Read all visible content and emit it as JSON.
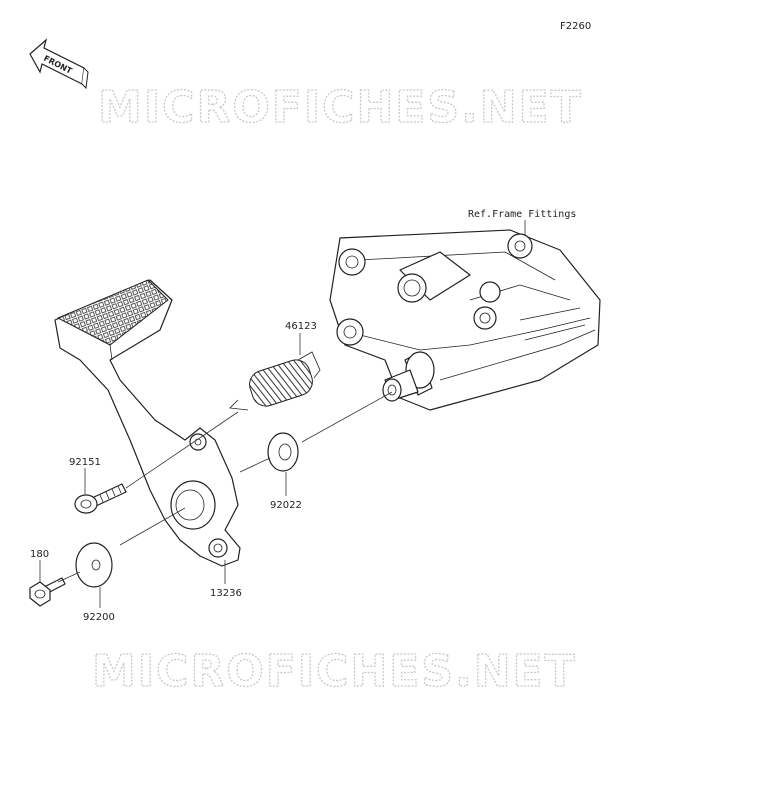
{
  "diagram_code": "F2260",
  "front_indicator": "FRONT",
  "watermark": "MICROFICHES.NET",
  "reference_label": "Ref.Frame Fittings",
  "parts": [
    {
      "number": "46123"
    },
    {
      "number": "92151"
    },
    {
      "number": "92022"
    },
    {
      "number": "180"
    },
    {
      "number": "92200"
    },
    {
      "number": "13236"
    }
  ]
}
